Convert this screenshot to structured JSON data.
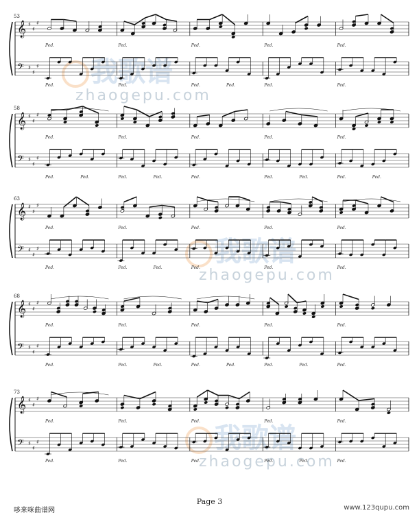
{
  "page": {
    "label": "Page 3"
  },
  "footer": {
    "left": "哆来咪曲谱网",
    "right": "www.123qupu.com"
  },
  "watermark": {
    "cn": "我歌谱",
    "latin": "zhaogepu.com",
    "colors": {
      "orange": "#f5c79a",
      "blue": "#b9cfe6"
    }
  },
  "systems": [
    {
      "measure_start": "53"
    },
    {
      "measure_start": "58"
    },
    {
      "measure_start": "63"
    },
    {
      "measure_start": "68"
    },
    {
      "measure_start": "73"
    }
  ],
  "pedal_mark": "Ped.",
  "colors": {
    "ink": "#111111",
    "staff": "#333333"
  }
}
